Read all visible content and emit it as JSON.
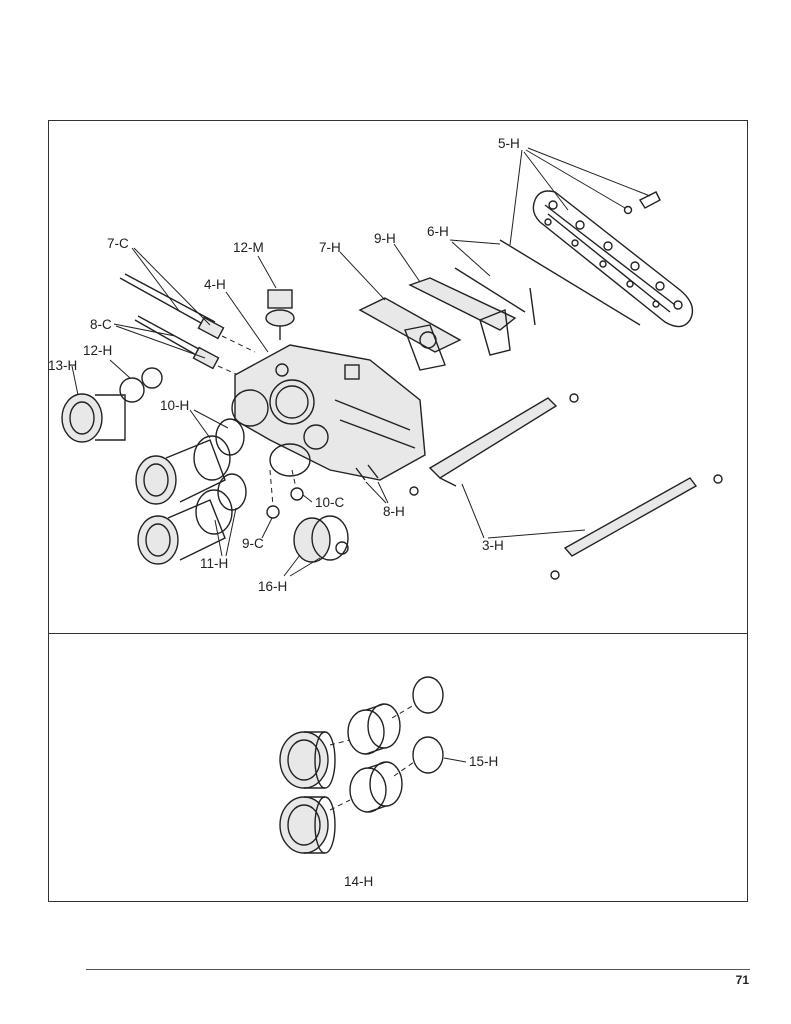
{
  "upper_labels": {
    "l5h": "5-H",
    "l9h": "9-H",
    "l6h": "6-H",
    "l7c": "7-C",
    "l12m": "12-M",
    "l7h": "7-H",
    "l4h": "4-H",
    "l8c": "8-C",
    "l12h": "12-H",
    "l13h": "13-H",
    "l10h": "10-H",
    "l10c": "10-C",
    "l8h": "8-H",
    "l9c": "9-C",
    "l3h": "3-H",
    "l11h": "11-H",
    "l16h": "16-H"
  },
  "lower_labels": {
    "l15h": "15-H",
    "l14h": "14-H"
  },
  "page_number": "71"
}
